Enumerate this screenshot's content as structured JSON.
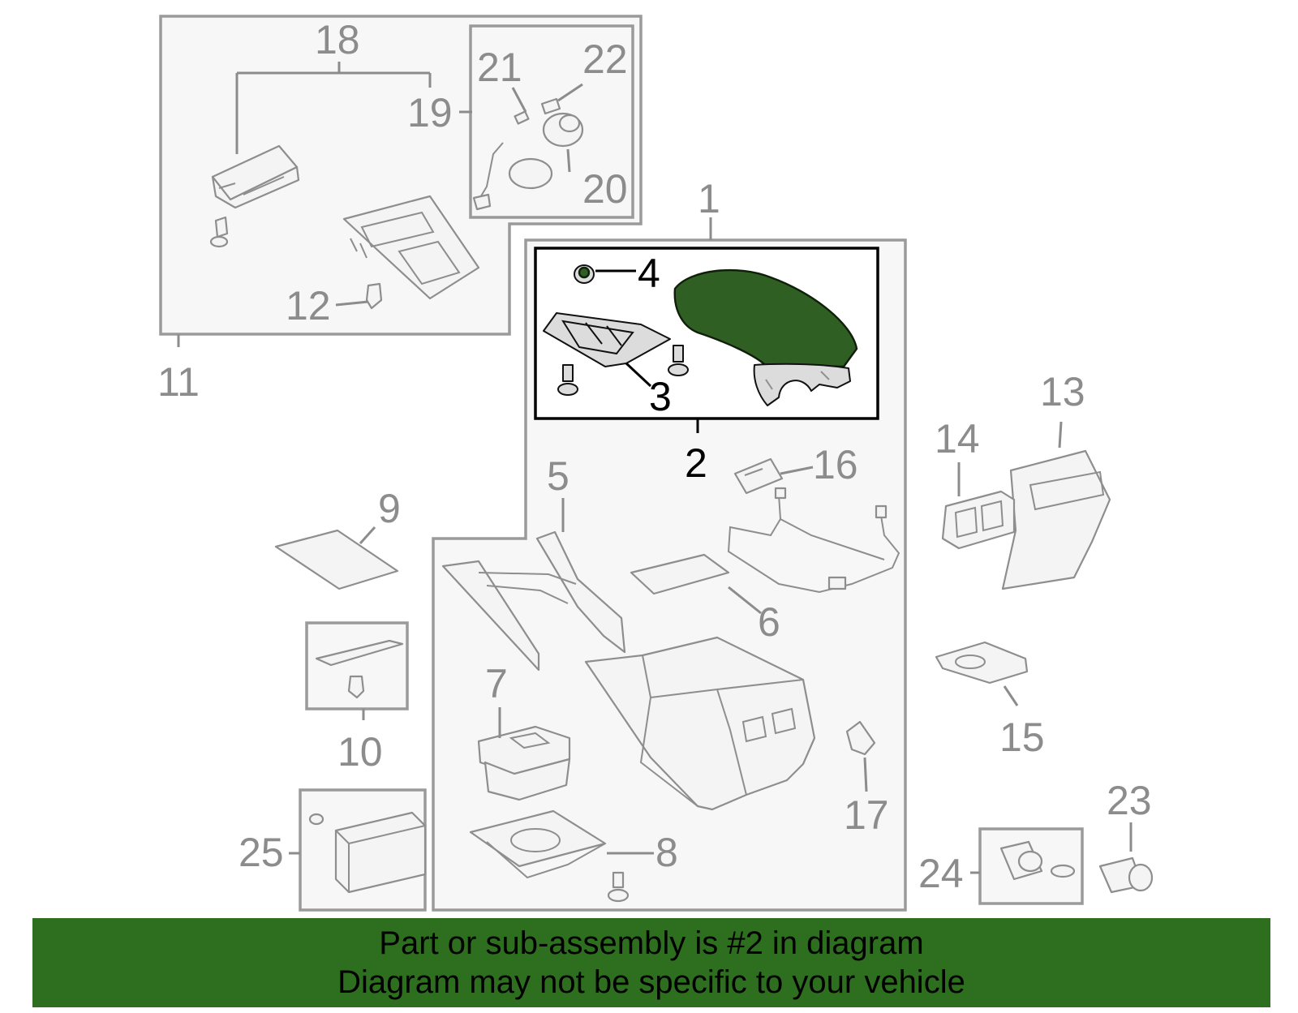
{
  "callouts": [
    "1",
    "2",
    "3",
    "4",
    "5",
    "6",
    "7",
    "8",
    "9",
    "10",
    "11",
    "12",
    "13",
    "14",
    "15",
    "16",
    "17",
    "18",
    "19",
    "20",
    "21",
    "22",
    "23",
    "24",
    "25"
  ],
  "highlighted_part": "2",
  "colors": {
    "highlight_fill": "#2f5f23",
    "banner_bg": "#2d6e1f",
    "line_grey": "#8c8c8c"
  },
  "banner": {
    "line1": "Part or sub-assembly is #2 in diagram",
    "line2": "Diagram may not be specific to your vehicle"
  }
}
